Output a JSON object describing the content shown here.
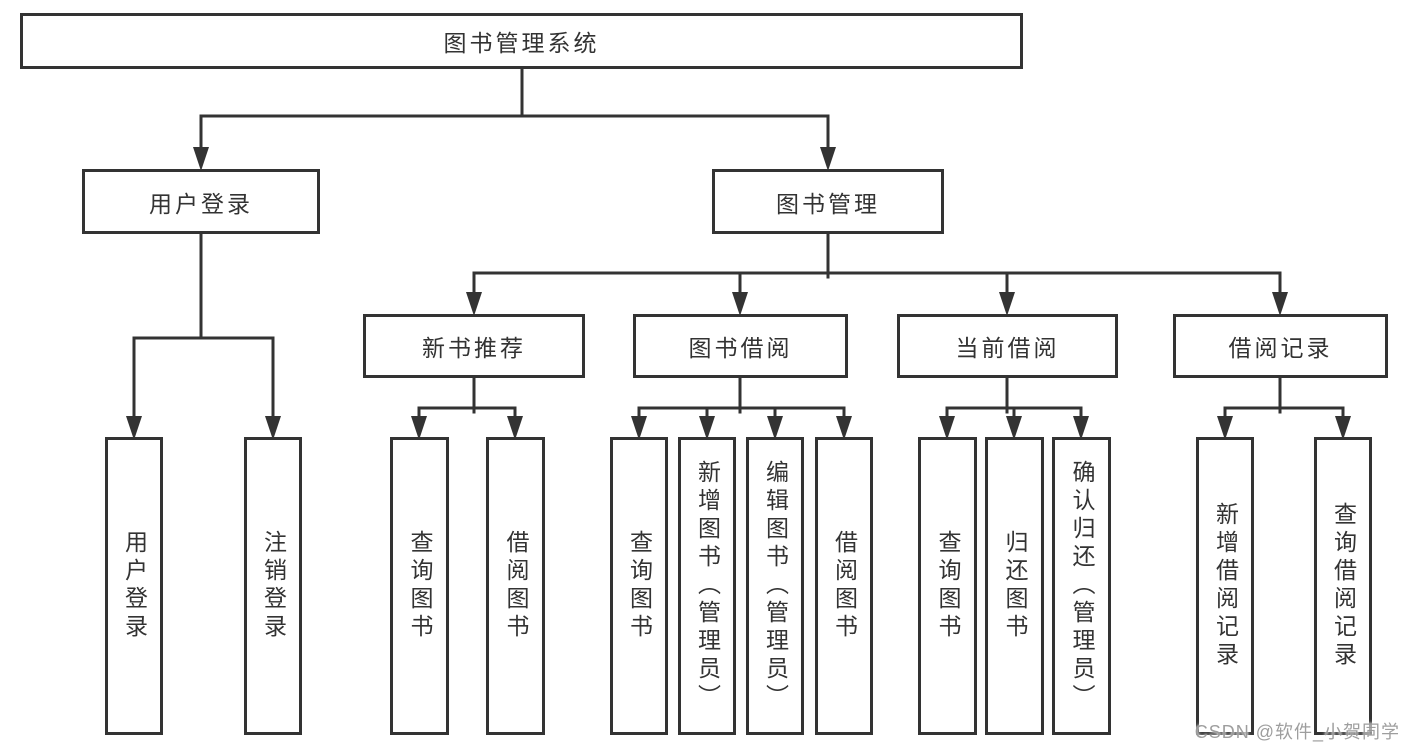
{
  "tree": {
    "root": {
      "label": "图书管理系统"
    },
    "branches": [
      {
        "label": "用户登录",
        "children": [
          "用户登录",
          "注销登录"
        ]
      },
      {
        "label": "图书管理",
        "children": [
          {
            "label": "新书推荐",
            "children": [
              "查询图书",
              "借阅图书"
            ]
          },
          {
            "label": "图书借阅",
            "children": [
              "查询图书",
              "新增图书（管理员）",
              "编辑图书（管理员）",
              "借阅图书"
            ]
          },
          {
            "label": "当前借阅",
            "children": [
              "查询图书",
              "归还图书",
              "确认归还（管理员）"
            ]
          },
          {
            "label": "借阅记录",
            "children": [
              "新增借阅记录",
              "查询借阅记录"
            ]
          }
        ]
      }
    ],
    "watermark": "CSDN @软件_小贺同学",
    "colors": {
      "line": "#333333",
      "box_border": "#333333",
      "box_fill": "#ffffff",
      "text": "#333333",
      "watermark": "#969696"
    }
  }
}
